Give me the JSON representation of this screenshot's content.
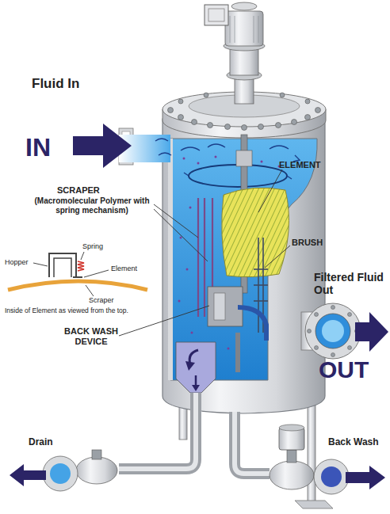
{
  "diagram": {
    "labels": [
      "Fluid In",
      "IN",
      "ELEMENT",
      "SCRAPER",
      "(Macromolecular Polymer with spring mechanism)",
      "Hopper",
      "Spring",
      "Element",
      "Scraper",
      "Inside of Element as viewed from the top.",
      "BACK WASH DEVICE",
      "BRUSH",
      "Filtered Fluid Out",
      "OUT",
      "Drain",
      "Back Wash"
    ]
  }
}
